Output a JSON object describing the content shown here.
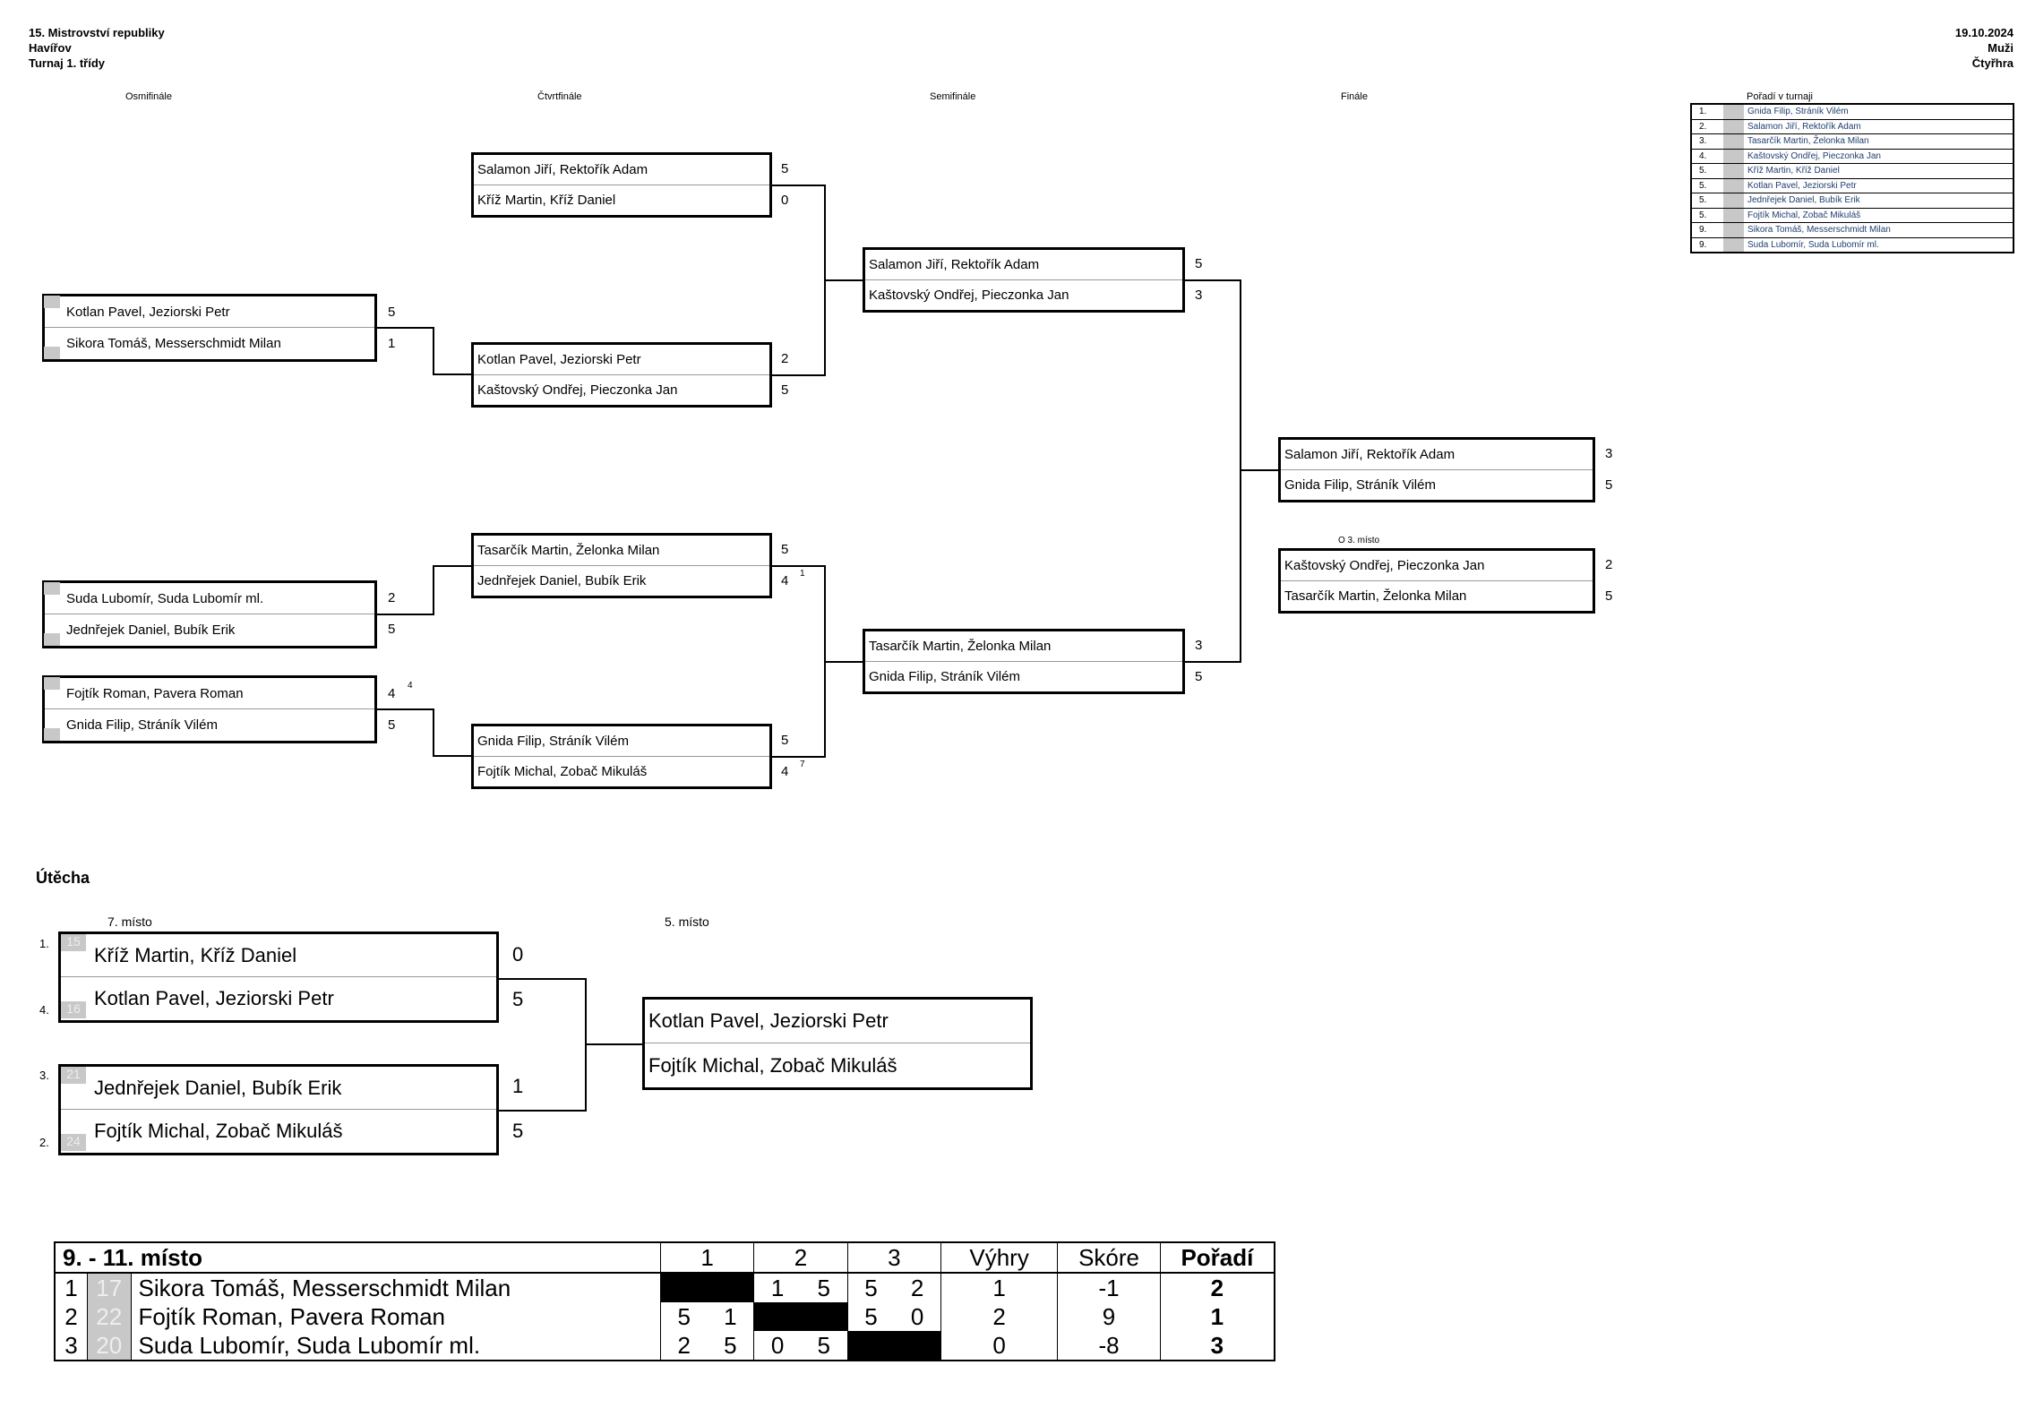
{
  "header": {
    "event": "15. Mistrovství republiky",
    "city": "Havířov",
    "class": "Turnaj 1. třídy",
    "date": "19.10.2024",
    "gender": "Muži",
    "discipline": "Čtyřhra"
  },
  "rounds": [
    "Osmifinále",
    "Čtvrtfinále",
    "Semifinále",
    "Finále"
  ],
  "ranking": {
    "title": "Pořadí v turnaji",
    "rows": [
      {
        "rank": "1.",
        "name": "Gnida Filip, Stráník Vilém"
      },
      {
        "rank": "2.",
        "name": "Salamon Jiří, Rektořík Adam"
      },
      {
        "rank": "3.",
        "name": "Tasarčík Martin, Želonka Milan"
      },
      {
        "rank": "4.",
        "name": "Kaštovský Ondřej, Pieczonka Jan"
      },
      {
        "rank": "5.",
        "name": "Kříž Martin, Kříž Daniel"
      },
      {
        "rank": "5.",
        "name": "Kotlan Pavel, Jeziorski Petr"
      },
      {
        "rank": "5.",
        "name": "Jednřejek Daniel, Bubík Erik"
      },
      {
        "rank": "5.",
        "name": "Fojtík Michal, Zobač Mikuláš"
      },
      {
        "rank": "9.",
        "name": "Sikora Tomáš, Messerschmidt Milan"
      },
      {
        "rank": "9.",
        "name": "Suda Lubomír, Suda Lubomír ml."
      }
    ]
  },
  "r16": [
    {
      "a": "Kotlan Pavel, Jeziorski Petr",
      "sa": "5",
      "b": "Sikora Tomáš, Messerschmidt Milan",
      "sb": "1",
      "note": ""
    },
    {
      "a": "Suda Lubomír, Suda Lubomír ml.",
      "sa": "2",
      "b": "Jednřejek Daniel, Bubík Erik",
      "sb": "5",
      "note": ""
    },
    {
      "a": "Fojtík Roman, Pavera Roman",
      "sa": "4",
      "b": "Gnida Filip, Stráník Vilém",
      "sb": "5",
      "note": "4"
    }
  ],
  "qf": [
    {
      "a": "Salamon Jiří, Rektořík Adam",
      "sa": "5",
      "b": "Kříž Martin, Kříž Daniel",
      "sb": "0",
      "note": ""
    },
    {
      "a": "Kotlan Pavel, Jeziorski Petr",
      "sa": "2",
      "b": "Kaštovský Ondřej, Pieczonka Jan",
      "sb": "5",
      "note": ""
    },
    {
      "a": "Tasarčík Martin, Želonka Milan",
      "sa": "5",
      "b": "Jednřejek Daniel, Bubík Erik",
      "sb": "4",
      "note": "1"
    },
    {
      "a": "Gnida Filip, Stráník Vilém",
      "sa": "5",
      "b": "Fojtík Michal, Zobač Mikuláš",
      "sb": "4",
      "note": "7"
    }
  ],
  "sf": [
    {
      "a": "Salamon Jiří, Rektořík Adam",
      "sa": "5",
      "b": "Kaštovský Ondřej, Pieczonka Jan",
      "sb": "3"
    },
    {
      "a": "Tasarčík Martin, Želonka Milan",
      "sa": "3",
      "b": "Gnida Filip, Stráník Vilém",
      "sb": "5"
    }
  ],
  "final": {
    "a": "Salamon Jiří, Rektořík Adam",
    "sa": "3",
    "b": "Gnida Filip, Stráník Vilém",
    "sb": "5"
  },
  "third": {
    "label": "O 3. místo",
    "a": "Kaštovský Ondřej, Pieczonka Jan",
    "sa": "2",
    "b": "Tasarčík Martin, Želonka Milan",
    "sb": "5"
  },
  "consolation": {
    "title": "Útěcha",
    "seventh_label": "7. místo",
    "fifth_label": "5. místo",
    "m1": {
      "pa": "1.",
      "seeda": "15",
      "a": "Kříž Martin, Kříž Daniel",
      "sa": "0",
      "pb": "4.",
      "seedb": "16",
      "b": "Kotlan Pavel, Jeziorski Petr",
      "sb": "5"
    },
    "m2": {
      "pa": "3.",
      "seeda": "21",
      "a": "Jednřejek Daniel, Bubík Erik",
      "sa": "1",
      "pb": "2.",
      "seedb": "24",
      "b": "Fojtík Michal, Zobač Mikuláš",
      "sb": "5"
    },
    "fifth": {
      "a": "Kotlan Pavel, Jeziorski Petr",
      "b": "Fojtík Michal, Zobač Mikuláš"
    }
  },
  "round_robin": {
    "title": "9. - 11. místo",
    "cols": [
      "1",
      "2",
      "3",
      "Výhry",
      "Skóre",
      "Pořadí"
    ],
    "rows": [
      {
        "no": "1",
        "seed": "17",
        "name": "Sikora Tomáš, Messerschmidt Milan",
        "c1a": "",
        "c1b": "",
        "c2a": "1",
        "c2b": "5",
        "c3a": "5",
        "c3b": "2",
        "wins": "1",
        "score": "-1",
        "place": "2"
      },
      {
        "no": "2",
        "seed": "22",
        "name": "Fojtík Roman, Pavera Roman",
        "c1a": "5",
        "c1b": "1",
        "c2a": "",
        "c2b": "",
        "c3a": "5",
        "c3b": "0",
        "wins": "2",
        "score": "9",
        "place": "1"
      },
      {
        "no": "3",
        "seed": "20",
        "name": "Suda Lubomír, Suda Lubomír ml.",
        "c1a": "2",
        "c1b": "5",
        "c2a": "0",
        "c2b": "5",
        "c3a": "",
        "c3b": "",
        "wins": "0",
        "score": "-8",
        "place": "3"
      }
    ]
  }
}
